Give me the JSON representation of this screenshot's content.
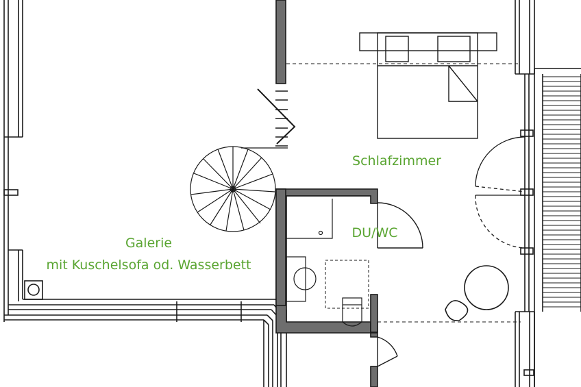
{
  "labels": {
    "bedroom": "Schlafzimmer",
    "bathroom": "DU/WC",
    "gallery_line1": "Galerie",
    "gallery_line2": "mit Kuschelsofa od. Wasserbett"
  },
  "colors": {
    "label": "#5aa532",
    "line": "#1a1a1a",
    "wall_fill": "#6e6e6e",
    "background": "#ffffff"
  }
}
